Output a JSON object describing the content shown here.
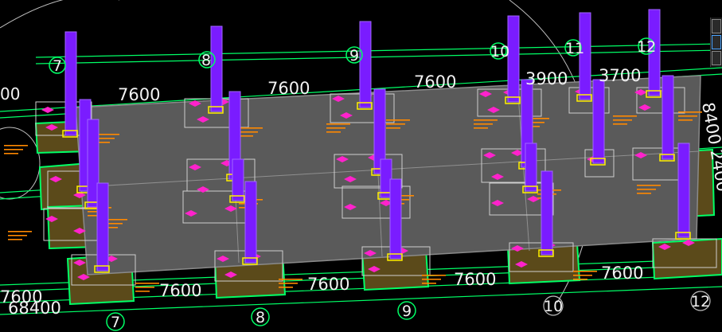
{
  "grid_axes": {
    "top": [
      "7",
      "8",
      "9",
      "10",
      "11",
      "12"
    ],
    "bottom": [
      "7",
      "8",
      "9",
      "10",
      "12"
    ]
  },
  "dimensions": {
    "top_spans": [
      "7600",
      "7600",
      "7600",
      "3900",
      "3700"
    ],
    "bottom_spans": [
      "7600",
      "7600",
      "7600",
      "7600",
      "7600"
    ],
    "bottom_total": "68400",
    "left_top_partial": "00",
    "right_vertical": "8400 2400"
  },
  "colors": {
    "background": "#000000",
    "slab": "#5a5a5a",
    "column": "#7a1cff",
    "footing": "#5b4a1a",
    "grid": "#00ff66",
    "pile": "#ff22cc",
    "annotation": "#ff8800"
  },
  "toolbar": {
    "icons": [
      "view-cube-icon",
      "layers-icon",
      "properties-icon"
    ]
  }
}
